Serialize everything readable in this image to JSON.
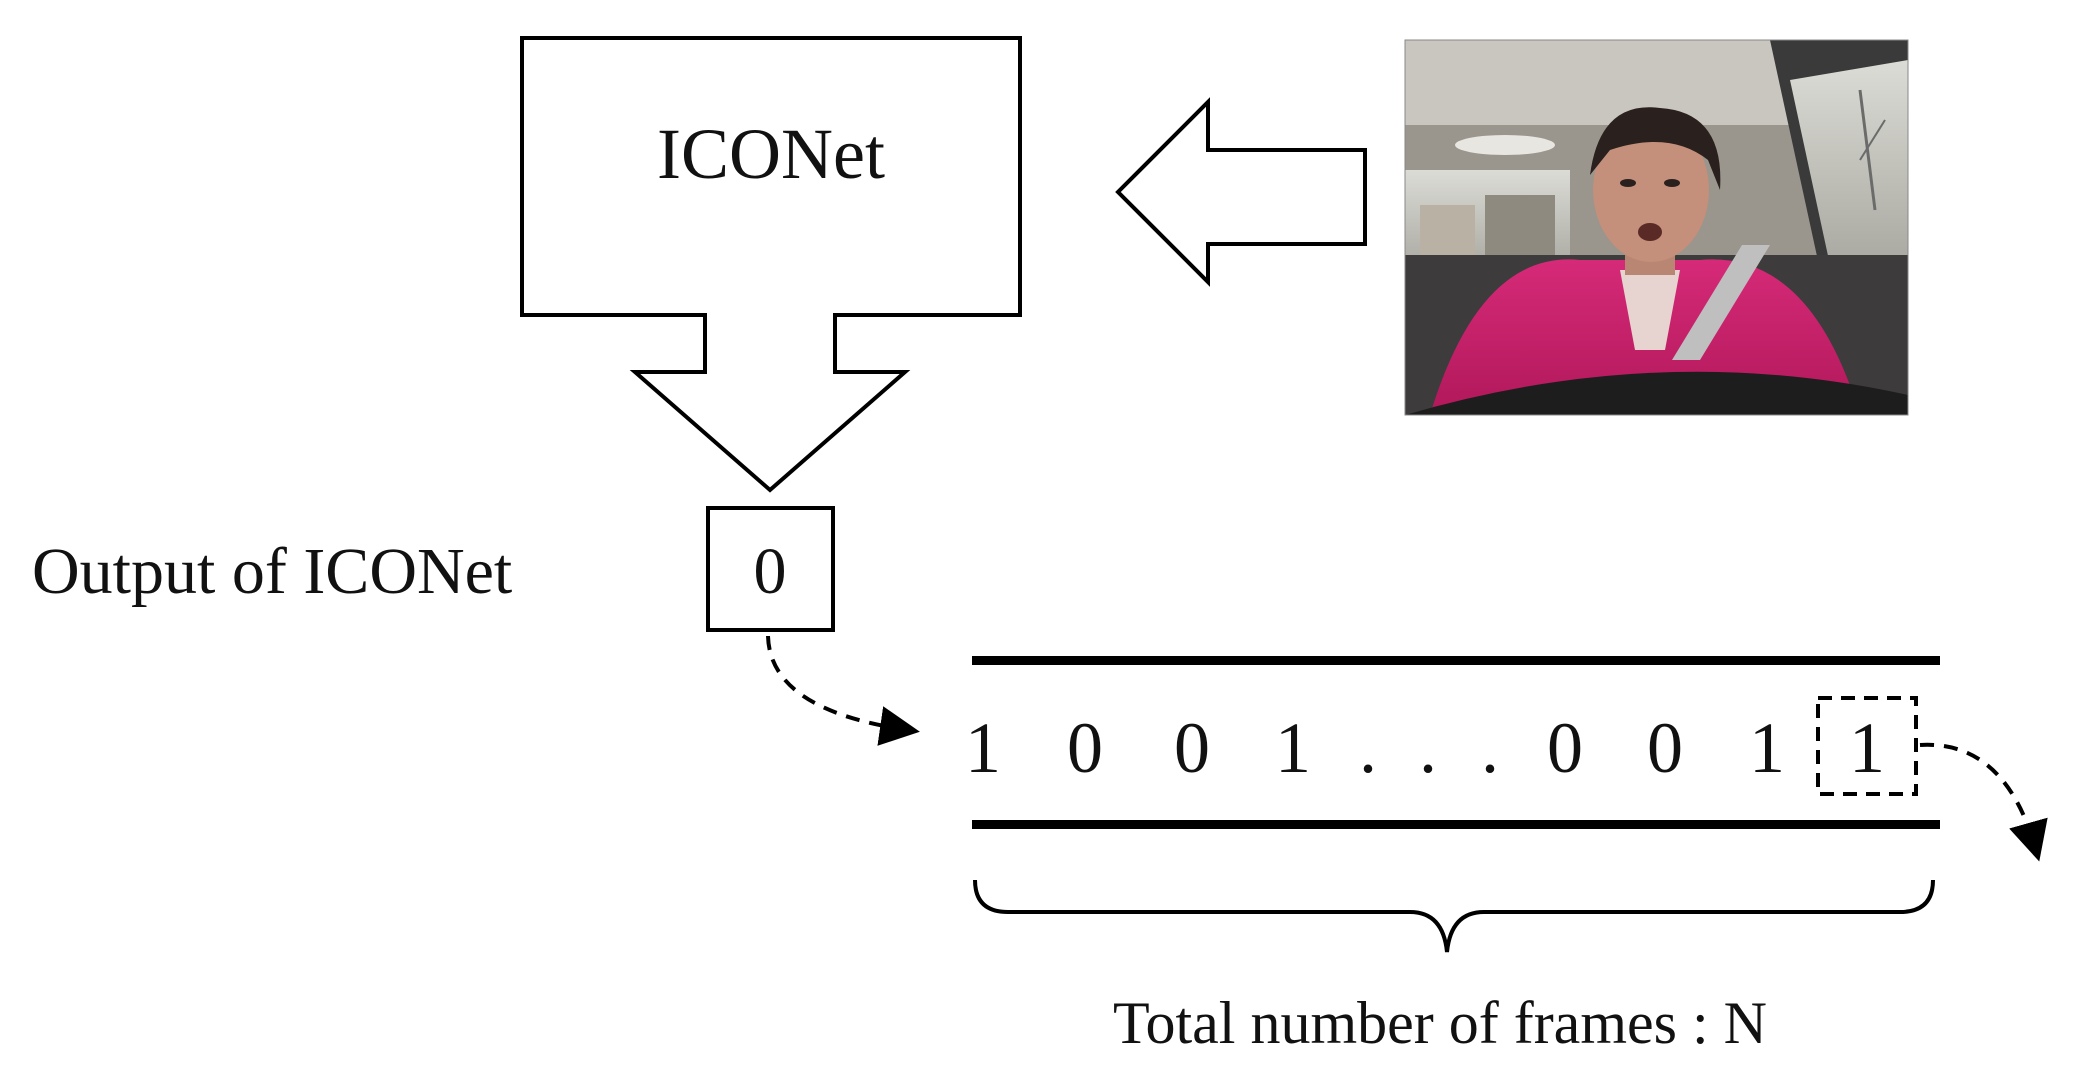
{
  "block_label": "ICONet",
  "output_label": "Output of ICONet",
  "output_value": "0",
  "sequence": [
    "1",
    "0",
    "0",
    "1",
    ".",
    ".",
    ".",
    "0",
    "0",
    "1",
    "1"
  ],
  "brace_label": "Total number of frames : N",
  "photo_icon": "driver-in-car-photo",
  "colors": {
    "line": "#000000",
    "fill": "#ffffff"
  }
}
